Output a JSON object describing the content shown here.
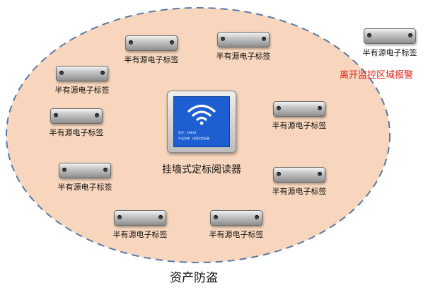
{
  "tag_label": "半有源电子标签",
  "reader": {
    "caption": "挂墙式定标阅读器",
    "model_line": "型号：ZH633",
    "product_line": "产品名称：挂墙式定标器",
    "icon": "wifi-icon"
  },
  "outside_tag_label": "半有源电子标签",
  "alarm_text": "离开监控区域报警",
  "zone_caption": "资产防盗",
  "colors": {
    "zone_fill": "#f7d6bd",
    "zone_border": "#5a79a8",
    "screen": "#1d5fd1",
    "alarm": "#e0241c"
  }
}
